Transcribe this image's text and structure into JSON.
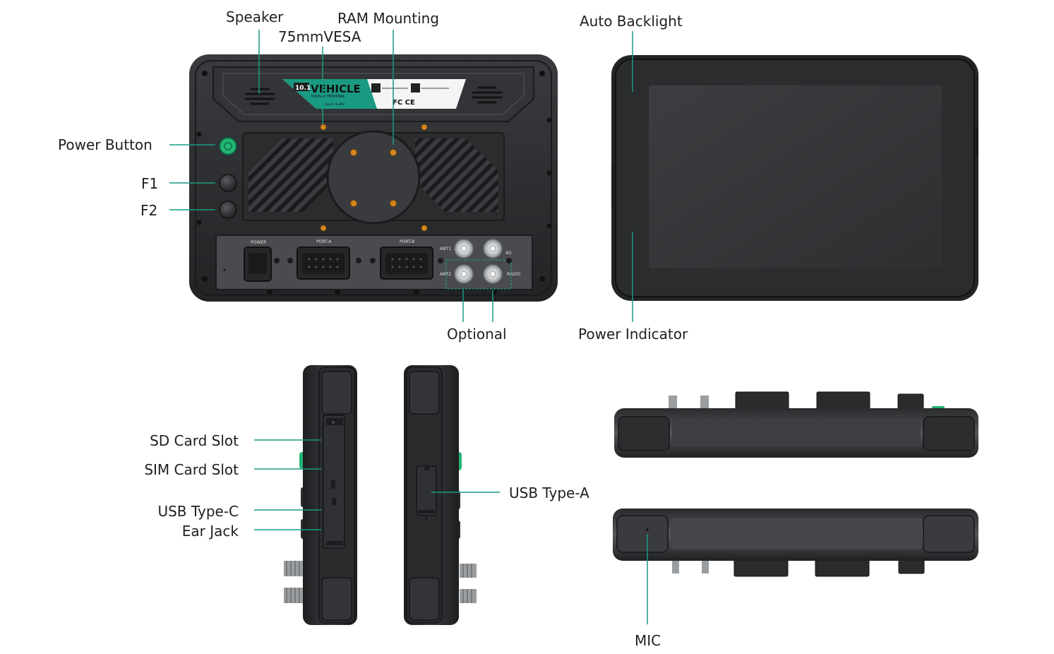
{
  "labels": {
    "speaker": "Speaker",
    "ram_mounting": "RAM Mounting",
    "vesa": "75mmVESA",
    "auto_backlight": "Auto Backlight",
    "power_button": "Power Button",
    "f1": "F1",
    "f2": "F2",
    "optional": "Optional",
    "power_indicator": "Power Indicator",
    "sd_card_slot": "SD Card Slot",
    "sim_card_slot": "SIM Card Slot",
    "usb_type_c": "USB Type-C",
    "ear_jack": "Ear Jack",
    "usb_type_a": "USB Type-A",
    "mic": "MIC"
  },
  "device_label": {
    "size": "10.1",
    "brand_line1": "VEHICLE",
    "brand_line2": "DISPLAY TERMINAL",
    "input": "Input: 8-36V",
    "certs": "FC CE"
  },
  "ports": {
    "power": "POWER",
    "port_a": "PORT-A",
    "port_b": "PORT-B",
    "ant1": "ANT1",
    "ant2": "ANT2",
    "g4": "4G",
    "radio": "RADIO"
  },
  "colors": {
    "accent": "#1a9a82",
    "body": "#2c2d2f",
    "panel": "#4a4b4e",
    "bolt": "#d5861c",
    "button_green": "#22b573"
  }
}
